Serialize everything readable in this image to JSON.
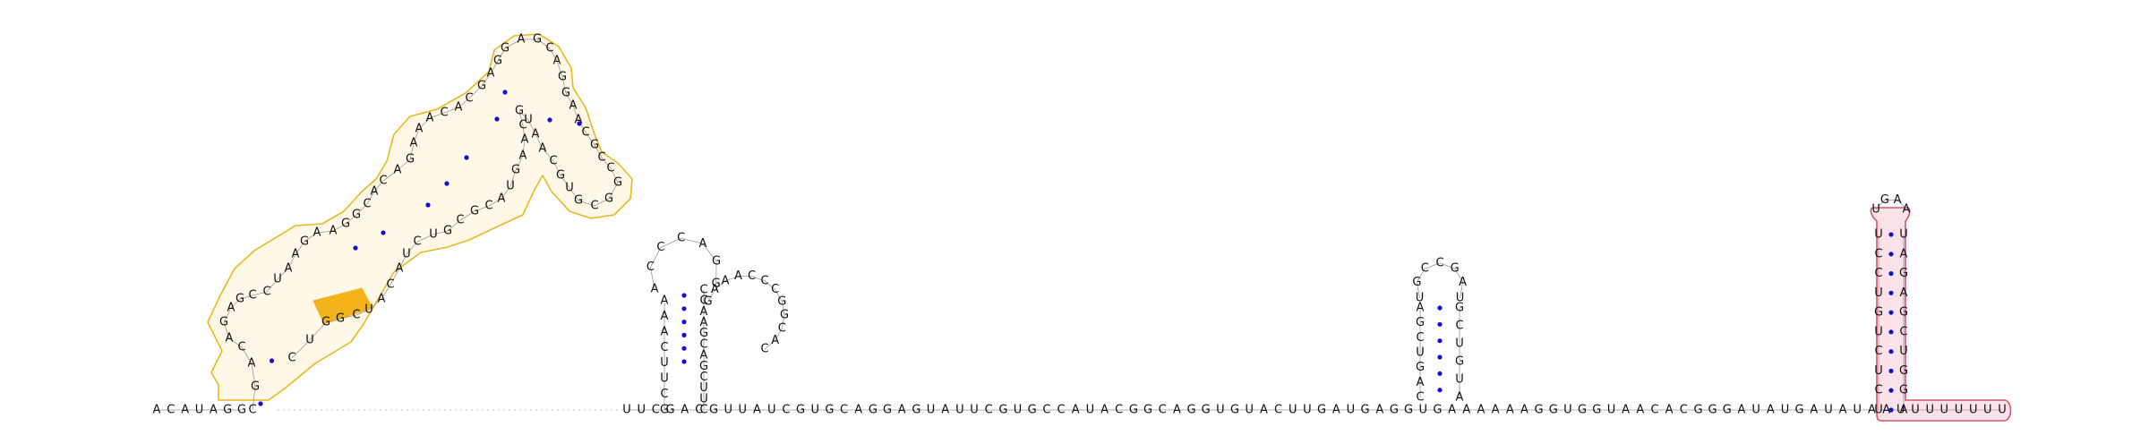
{
  "colors": {
    "pair": "#1010d8",
    "domain1_outline": "#e9b820",
    "domain1_fill": "#fff8e6",
    "highlight": "#f2b21a",
    "domain2_outline": "#d4576e",
    "domain2_fill": "#fbe1e8",
    "backbone": "#999999"
  },
  "sequence": {
    "s5": "ACAUAGG",
    "baseline_tail": "UUCGACGUUAUCGUGCAGGAGUAUUCGUGCCAUACGGCAGGUGUACUUGAUGAGGUGAAAAAAGGUGGUAACACGGGAUAUGAUAUAAUUUUUUUU"
  },
  "domain1": {
    "run": "CGACAGAGCCUAAGAAGGCACAGAAACACGAGGAGCAGGAACGCCGGCGUGCAAUGCAAGUACGCGUCUACAUCGGUC"
  },
  "helix2": {
    "left": "GCUUCAAA",
    "right": "CCAAGCAGCUUC",
    "loop": "ACCCAGG"
  },
  "loop3": {
    "seq": "GAAACCCGGCAC"
  },
  "hairpin4": {
    "left": "CAGUCGA",
    "loop": "UGCCGAU",
    "right": "GCUGUA"
  },
  "terminator": {
    "left": "UCUCUGUCCU",
    "loop": "UGAA",
    "right": "UAGAGCUGGA"
  }
}
